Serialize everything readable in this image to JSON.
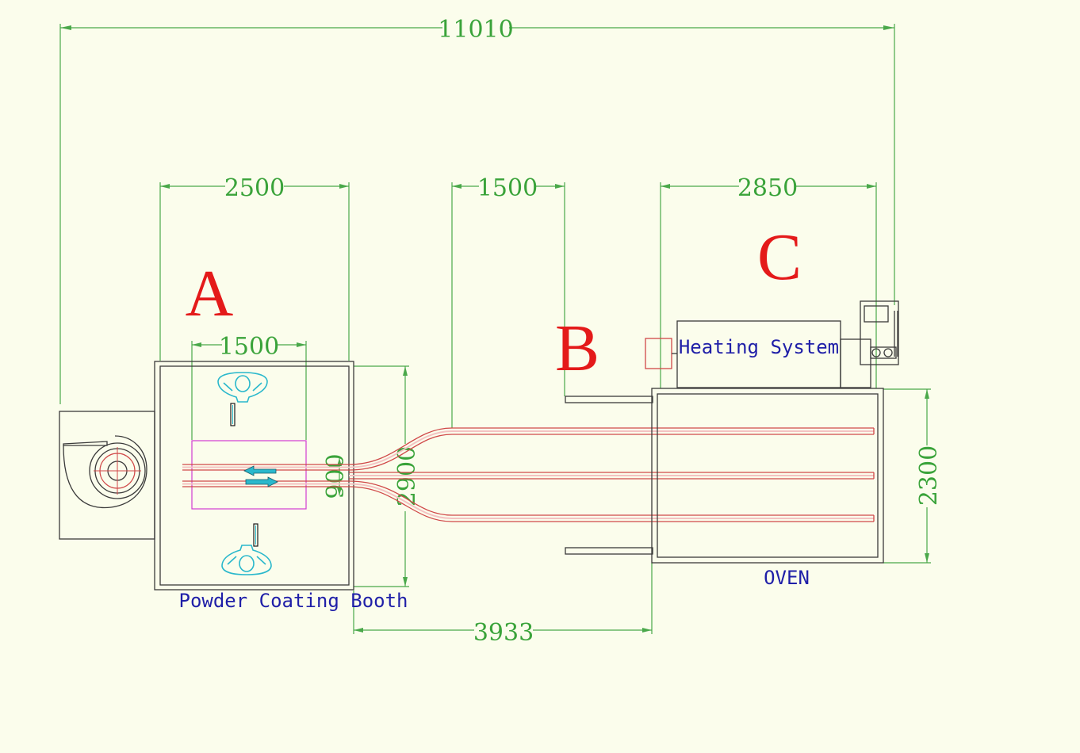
{
  "dimensions": {
    "overall_length": "11010",
    "booth_width": "2500",
    "gap_width": "1500",
    "oven_length": "2850",
    "booth_inner_width": "1500",
    "rail_spacing": "900",
    "booth_depth": "2900",
    "booth_to_oven": "3933",
    "oven_depth": "2300"
  },
  "labels": {
    "zone_a": "A",
    "zone_b": "B",
    "zone_c": "C",
    "heating_system": "Heating System",
    "booth": "Powder Coating Booth",
    "oven": "OVEN"
  },
  "colors": {
    "background": "#fbfdec",
    "dimension": "#3aa33a",
    "zone_letter": "#e41a1a",
    "caption": "#1f1fa8",
    "rail": "#d04848",
    "operator": "#2ab8cc"
  },
  "icons": [
    "exhaust-fan-icon",
    "operator-icon",
    "spray-gun-icon",
    "conveyor-arrow-icon",
    "burner-icon",
    "motor-icon"
  ]
}
